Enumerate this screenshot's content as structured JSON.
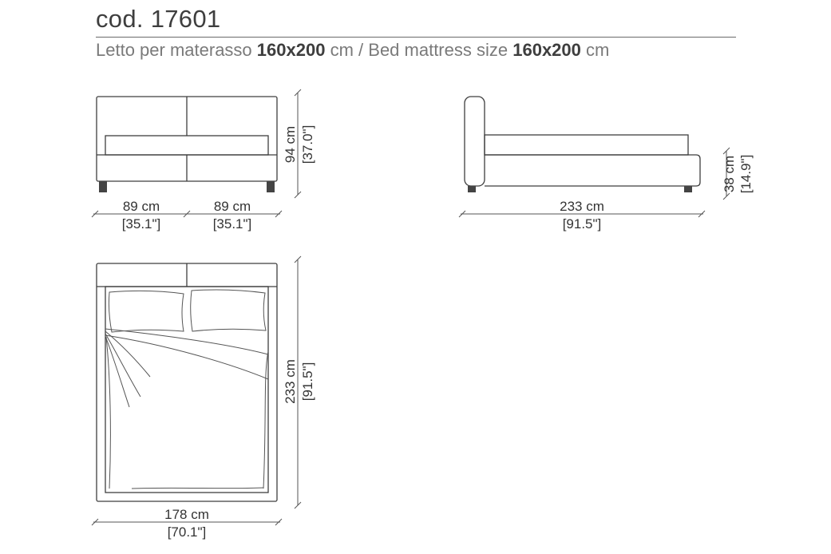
{
  "code": "cod. 17601",
  "subtitle": {
    "it_label": "Letto per materasso",
    "it_size": "160x200",
    "it_unit": "cm /",
    "en_label": "Bed mattress size",
    "en_size": "160x200",
    "en_unit": "cm"
  },
  "front_view": {
    "width_left_cm": "89 cm",
    "width_left_in": "[35.1\"]",
    "width_right_cm": "89 cm",
    "width_right_in": "[35.1\"]",
    "height_cm": "94 cm",
    "height_in": "[37.0\"]"
  },
  "side_view": {
    "length_cm": "233 cm",
    "length_in": "[91.5\"]",
    "height_cm": "38 cm",
    "height_in": "[14.9\"]"
  },
  "top_view": {
    "length_cm": "233 cm",
    "length_in": "[91.5\"]",
    "width_cm": "178 cm",
    "width_in": "[70.1\"]"
  }
}
